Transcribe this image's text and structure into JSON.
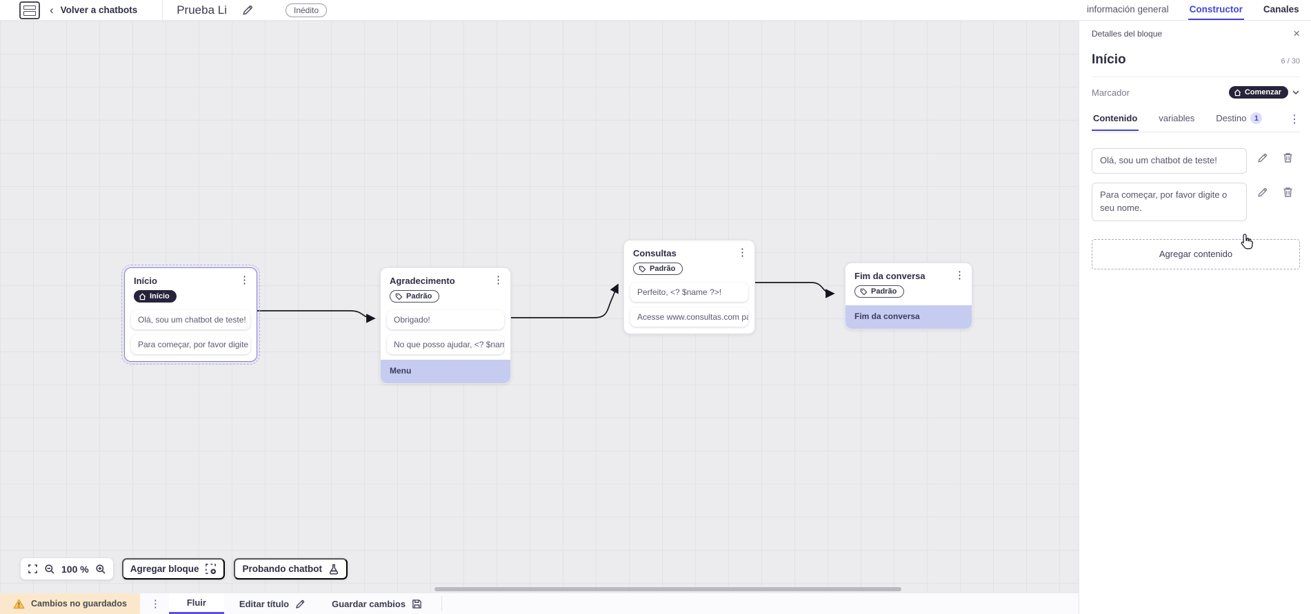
{
  "accent_color": "#4645d4",
  "dark_badge_color": "#27233a",
  "highlight_item_color": "#c6cbf0",
  "warning_bg_color": "#fbe8cc",
  "icons": {
    "kebab": "⋮",
    "close": "×",
    "back": "‹"
  },
  "header": {
    "back_label": "Volver a chatbots",
    "title": "Prueba Li",
    "status_badge": "Inédito",
    "tabs": [
      {
        "label": "información general"
      },
      {
        "label": "Constructor"
      },
      {
        "label": "Canales"
      }
    ]
  },
  "panel": {
    "title": "Detalles del bloque",
    "block_name": "Início",
    "counter": "6 / 30",
    "marker_label": "Marcador",
    "marker_value": "Comenzar",
    "tabs": [
      {
        "label": "Contenido"
      },
      {
        "label": "variables"
      },
      {
        "label": "Destino",
        "badge": "1"
      }
    ],
    "contents": [
      {
        "text": "Olá, sou um chatbot de teste!"
      },
      {
        "text": "Para começar, por favor digite o seu nome."
      }
    ],
    "add_content_label": "Agregar contenido"
  },
  "canvas": {
    "zoom_level": "100 %",
    "add_block_label": "Agregar bloque",
    "test_chatbot_label": "Probando chatbot",
    "nodes": [
      {
        "title": "Início",
        "badge": "Início",
        "items": [
          {
            "text": "Olá, sou um chatbot de teste!"
          },
          {
            "text": "Para começar, por favor digite o ..."
          }
        ]
      },
      {
        "title": "Agradecimento",
        "badge": "Padrão",
        "items": [
          {
            "text": "Obrigado!"
          },
          {
            "text": "No que posso ajudar, <? $name ..."
          },
          {
            "text": "Menu"
          }
        ]
      },
      {
        "title": "Consultas",
        "badge": "Padrão",
        "items": [
          {
            "text": "Perfeito, <? $name ?>!"
          },
          {
            "text": "Acesse www.consultas.com par..."
          }
        ]
      },
      {
        "title": "Fim da conversa",
        "badge": "Padrão",
        "items": [
          {
            "text": "Fim da conversa"
          }
        ]
      }
    ]
  },
  "footer": {
    "unsaved_label": "Cambios no guardados",
    "flow_tab_label": "Fluir",
    "edit_title_label": "Editar título",
    "save_label": "Guardar cambios"
  }
}
